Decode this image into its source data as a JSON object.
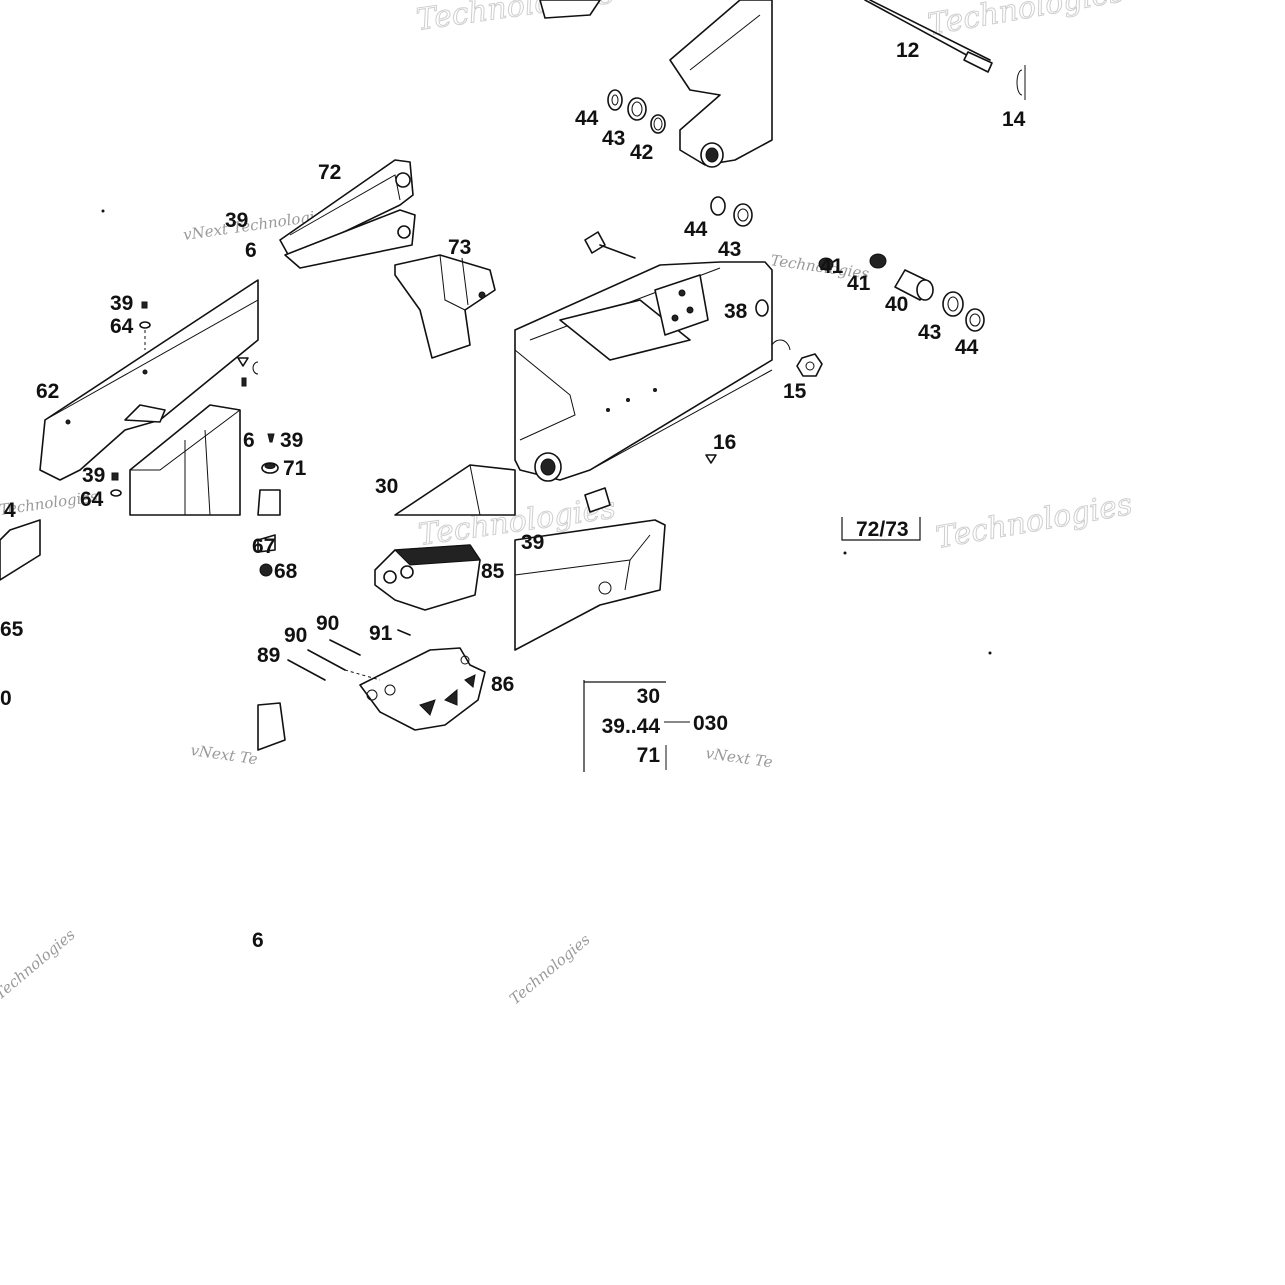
{
  "callouts": [
    {
      "text": "12"
    },
    {
      "text": "14"
    },
    {
      "text": "44"
    },
    {
      "text": "43"
    },
    {
      "text": "42"
    },
    {
      "text": "72"
    },
    {
      "text": "39"
    },
    {
      "text": "6"
    },
    {
      "text": "73"
    },
    {
      "text": "44"
    },
    {
      "text": "43"
    },
    {
      "text": "41"
    },
    {
      "text": "41"
    },
    {
      "text": "40"
    },
    {
      "text": "43"
    },
    {
      "text": "44"
    },
    {
      "text": "39"
    },
    {
      "text": "64"
    },
    {
      "text": "38"
    },
    {
      "text": "15"
    },
    {
      "text": "62"
    },
    {
      "text": "6"
    },
    {
      "text": "39"
    },
    {
      "text": "71"
    },
    {
      "text": "16"
    },
    {
      "text": "39"
    },
    {
      "text": "64"
    },
    {
      "text": "30"
    },
    {
      "text": "4"
    },
    {
      "text": "67"
    },
    {
      "text": "68"
    },
    {
      "text": "85"
    },
    {
      "text": "39"
    },
    {
      "text": "65"
    },
    {
      "text": "90"
    },
    {
      "text": "90"
    },
    {
      "text": "91"
    },
    {
      "text": "89"
    },
    {
      "text": "86"
    },
    {
      "text": "0"
    },
    {
      "text": "6"
    }
  ],
  "kit_reference": {
    "label": "72/73"
  },
  "assembly_table": {
    "rows": [
      {
        "parts": "30"
      },
      {
        "parts": "39..44",
        "group": "030"
      },
      {
        "parts": "71"
      }
    ]
  },
  "watermarks": [
    "vNext Technologies",
    "Technologies",
    "vNext Te"
  ]
}
